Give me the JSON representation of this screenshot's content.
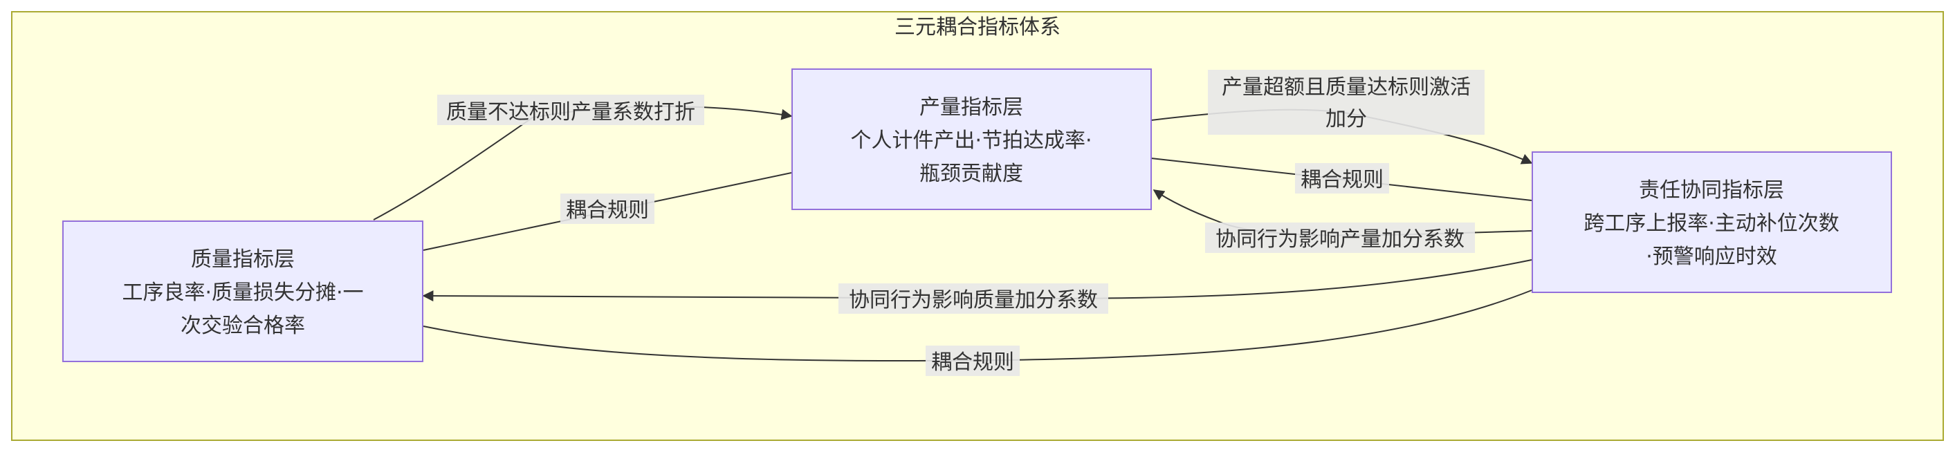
{
  "cluster": {
    "title": "三元耦合指标体系",
    "fill": "#ffffde",
    "stroke": "#aaaa33"
  },
  "nodes": {
    "quality": {
      "lines": [
        "质量指标层",
        "工序良率·质量损失分摊·一",
        "次交验合格率"
      ]
    },
    "output": {
      "lines": [
        "产量指标层",
        "个人计件产出·节拍达成率·",
        "瓶颈贡献度"
      ]
    },
    "coop": {
      "lines": [
        "责任协同指标层",
        "跨工序上报率·主动补位次数",
        "·预警响应时效"
      ]
    }
  },
  "edges": {
    "q_to_o_discount": {
      "label": "质量不达标则产量系数打折"
    },
    "q_o_coupling": {
      "label": "耦合规则"
    },
    "o_to_c_bonus": {
      "lines": [
        "产量超额且质量达标则激活",
        "加分"
      ]
    },
    "o_c_coupling": {
      "label": "耦合规则"
    },
    "c_to_o_factor": {
      "label": "协同行为影响产量加分系数"
    },
    "c_to_q_factor": {
      "label": "协同行为影响质量加分系数"
    },
    "q_c_coupling": {
      "label": "耦合规则"
    }
  },
  "colors": {
    "node_fill": "#ececff",
    "node_stroke": "#9370db",
    "edge": "#333333",
    "label_bg": "#e8e8e8"
  }
}
